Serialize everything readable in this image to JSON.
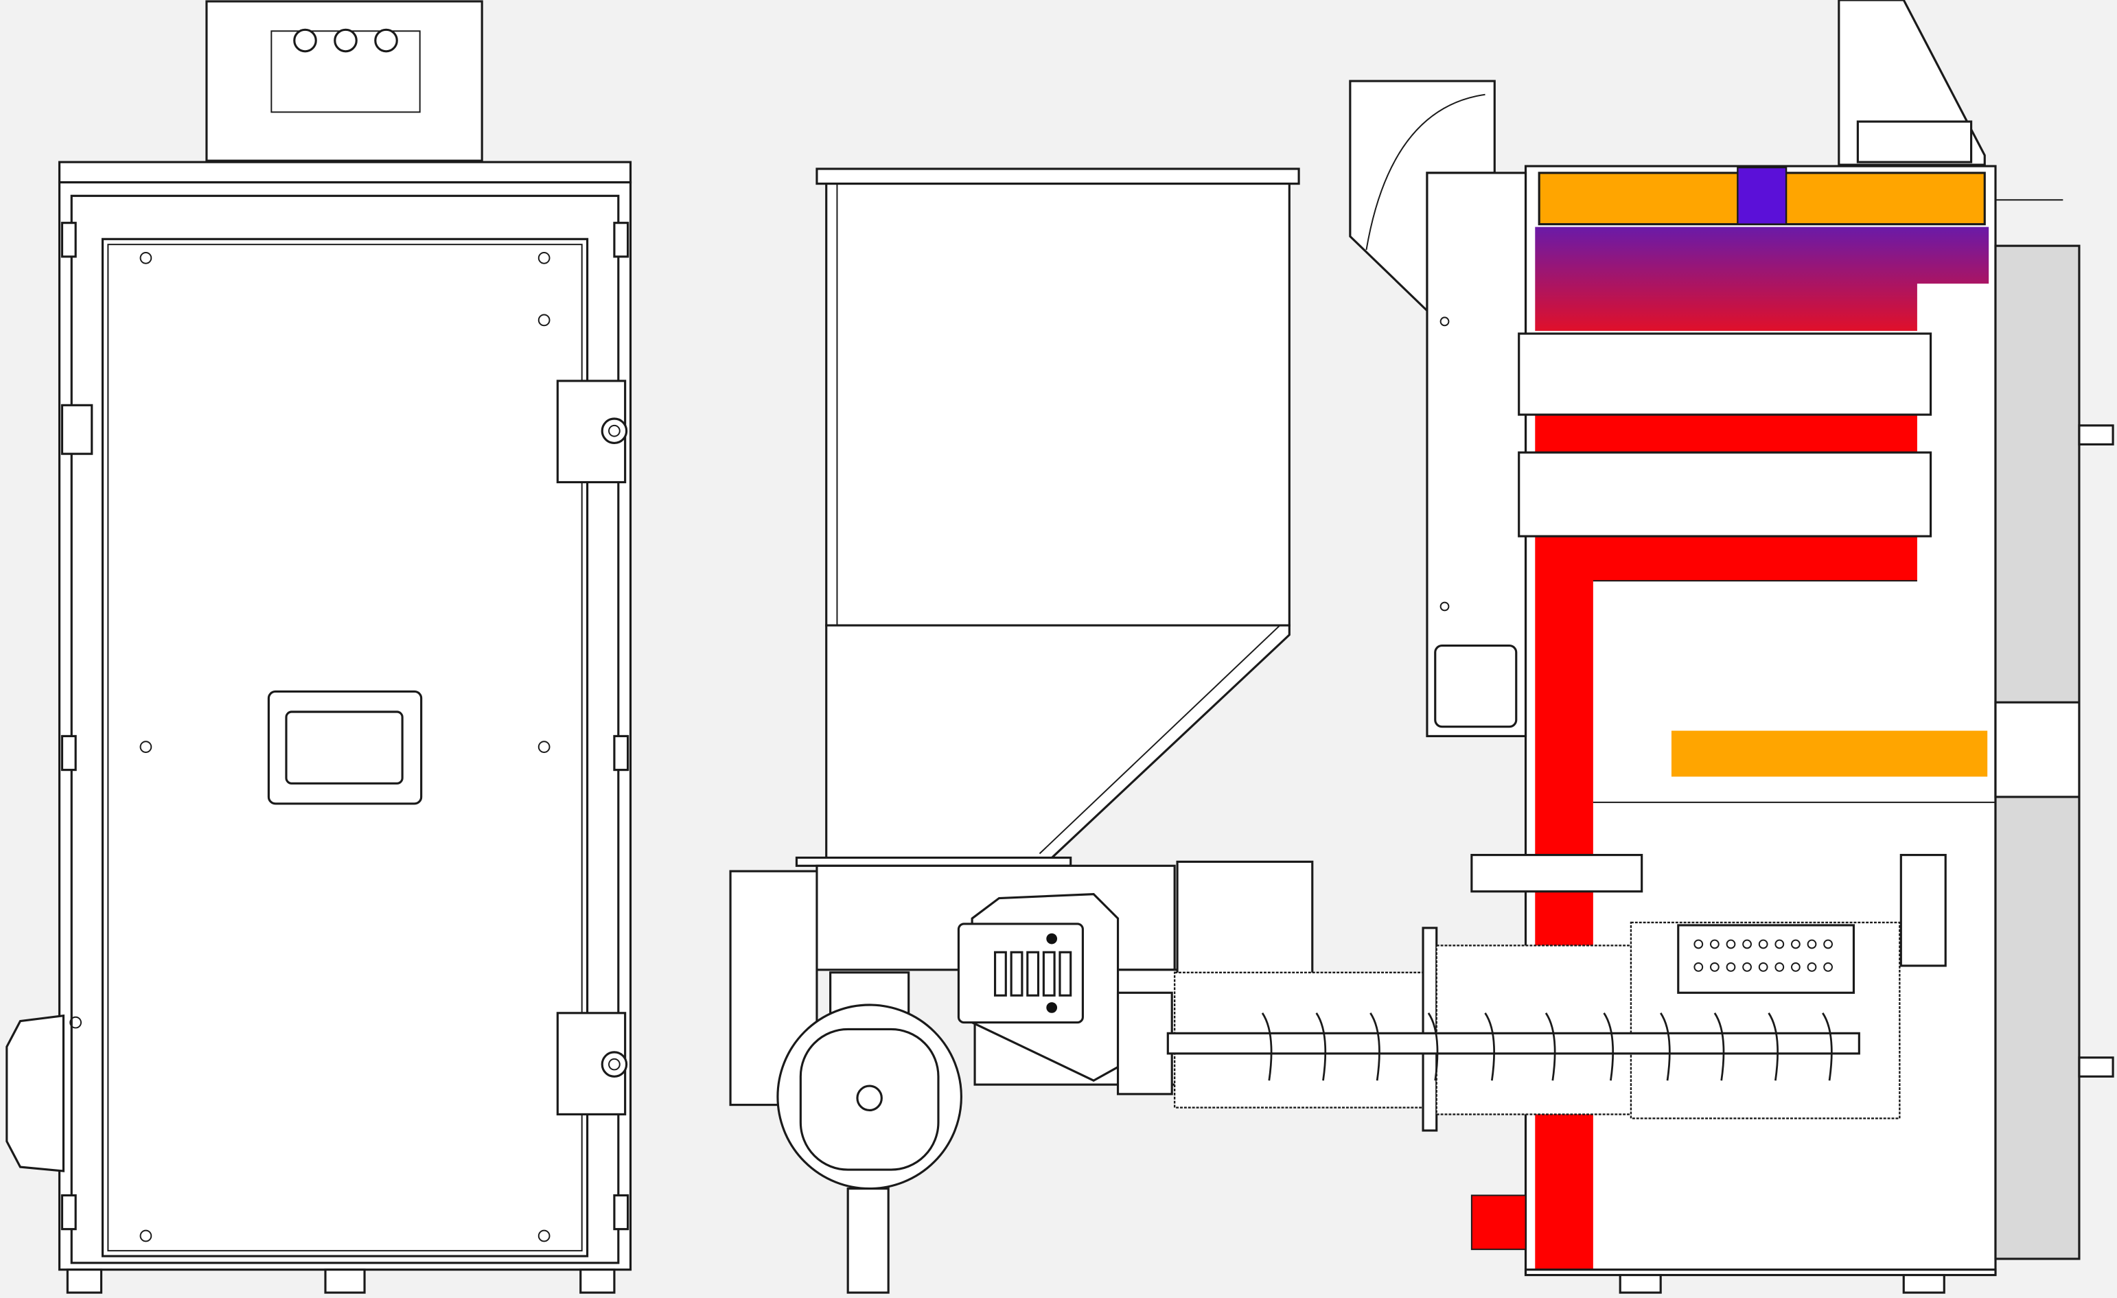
{
  "colors": {
    "background": "#f2f2f2",
    "line": "#1a1a1a",
    "hot_red": "#ff0000",
    "orange": "#ffa500",
    "purple": "#5b10d8",
    "gradient_top": "#6a1aa8",
    "gradient_bottom": "#e0102a",
    "door_grey": "#d9d9d9"
  },
  "views": [
    "front-view",
    "hopper-feeder-view",
    "boiler-section-view"
  ]
}
